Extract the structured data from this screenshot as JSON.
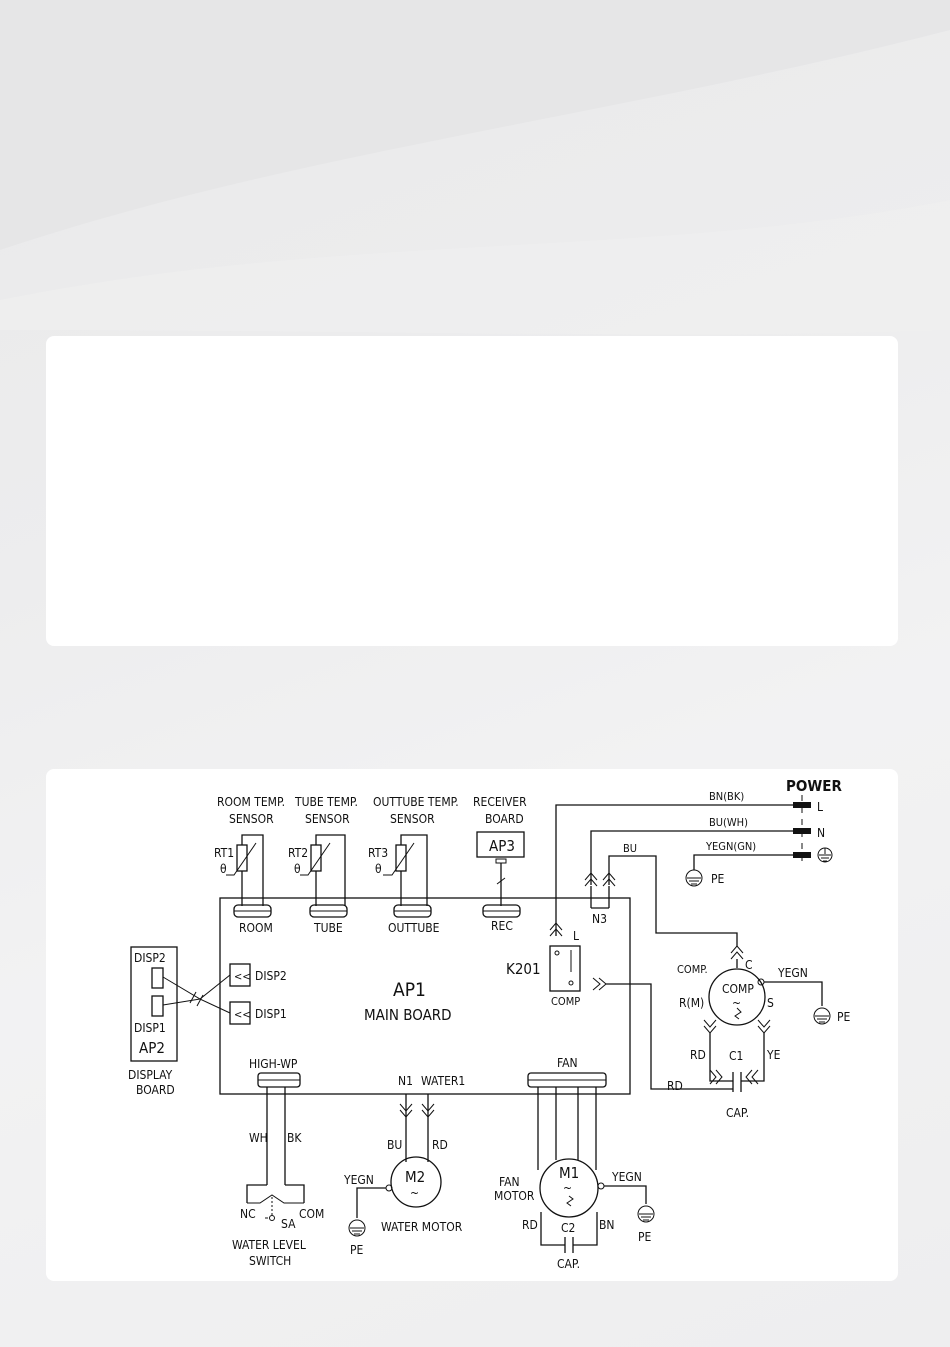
{
  "diagram": {
    "power": {
      "title": "POWER",
      "l": "L",
      "n": "N",
      "wire_l": "BN(BK)",
      "wire_n": "BU(WH)",
      "wire_g": "YEGN(GN)",
      "pe": "PE"
    },
    "sensors": {
      "room_title_1": "ROOM TEMP.",
      "room_title_2": "SENSOR",
      "room_id": "RT1",
      "room_conn": "ROOM",
      "tube_title_1": "TUBE TEMP.",
      "tube_title_2": "SENSOR",
      "tube_id": "RT2",
      "tube_conn": "TUBE",
      "outtube_title_1": "OUTTUBE TEMP.",
      "outtube_title_2": "SENSOR",
      "outtube_id": "RT3",
      "outtube_conn": "OUTTUBE",
      "theta": "θ"
    },
    "receiver": {
      "title_1": "RECEIVER",
      "title_2": "BOARD",
      "id": "AP3",
      "conn": "REC"
    },
    "main_board": {
      "id": "AP1",
      "name": "MAIN BOARD",
      "disp2": "DISP2",
      "disp1": "DISP1",
      "relay": "K201",
      "relay_l": "L",
      "relay_comp": "COMP",
      "n3": "N3",
      "n1": "N1",
      "water1": "WATER1",
      "high_wp": "HIGH-WP",
      "fan": "FAN"
    },
    "display_board": {
      "disp2": "DISP2",
      "disp1": "DISP1",
      "id": "AP2",
      "name_1": "DISPLAY",
      "name_2": "BOARD"
    },
    "compressor": {
      "label": "COMP.",
      "motor": "COMP",
      "c": "C",
      "r": "R(M)",
      "s": "S",
      "yegn": "YEGN",
      "pe": "PE",
      "bu": "BU",
      "rd": "RD",
      "ye": "YE",
      "cap_id": "C1",
      "cap": "CAP.",
      "rd_line": "RD"
    },
    "water_motor": {
      "id": "M2",
      "name": "WATER MOTOR",
      "bu": "BU",
      "rd": "RD",
      "yegn": "YEGN",
      "pe": "PE"
    },
    "fan_motor": {
      "id": "M1",
      "name_1": "FAN",
      "name_2": "MOTOR",
      "yegn": "YEGN",
      "pe": "PE",
      "rd": "RD",
      "bn": "BN",
      "cap_id": "C2",
      "cap": "CAP."
    },
    "water_switch": {
      "wh": "WH",
      "bk": "BK",
      "nc": "NC",
      "com": "COM",
      "sa": "SA",
      "name_1": "WATER LEVEL",
      "name_2": "SWITCH"
    }
  }
}
